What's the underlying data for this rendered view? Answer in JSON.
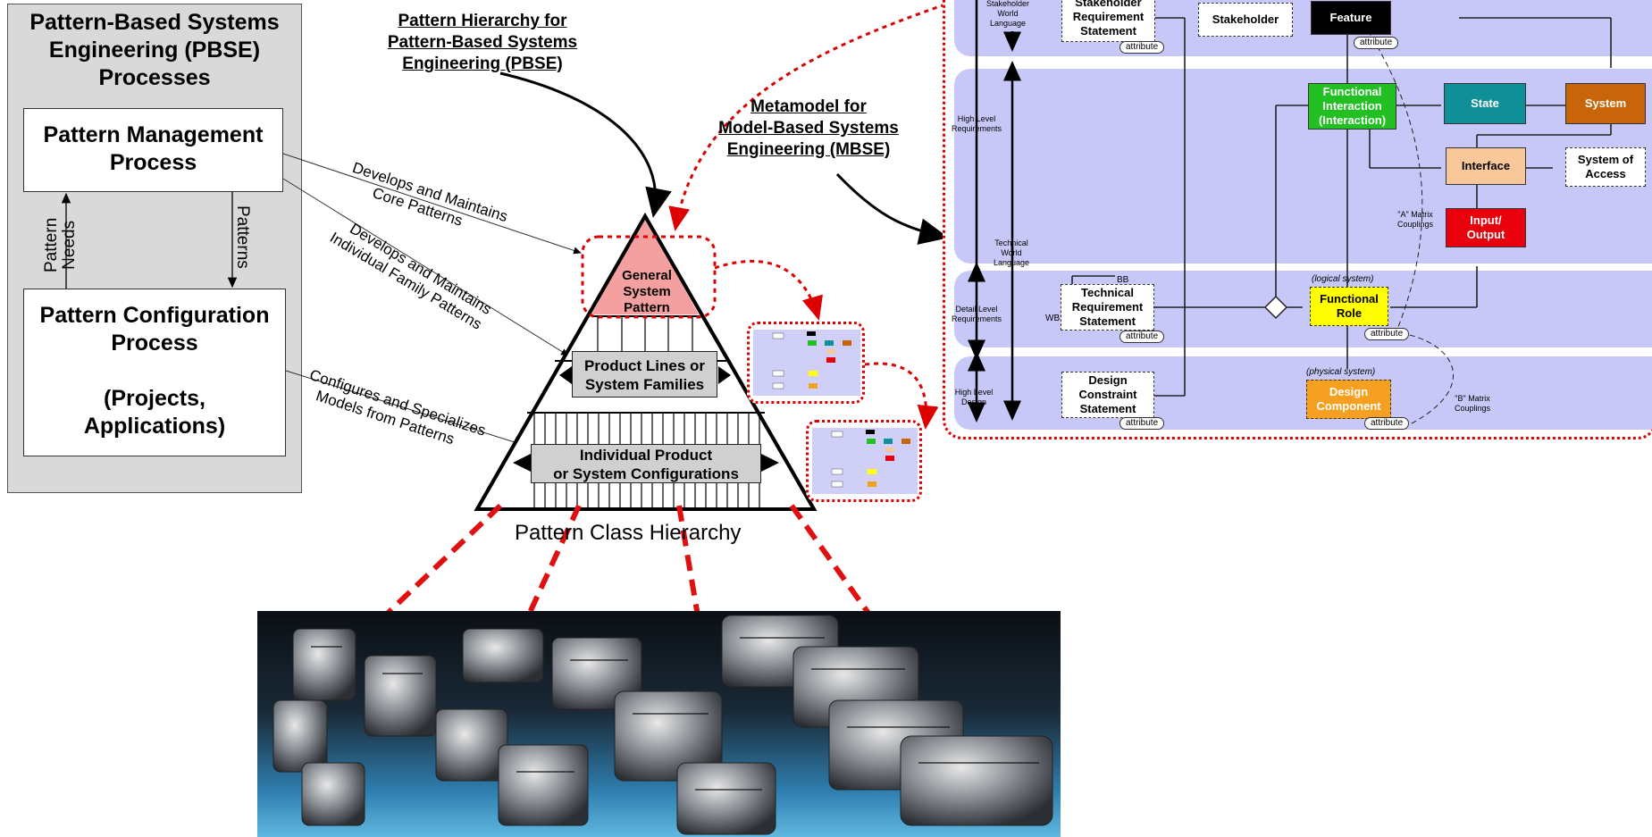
{
  "pbse": {
    "title_lines": [
      "Pattern-Based Systems",
      "Engineering (PBSE)",
      "Processes"
    ],
    "management_lines": [
      "Pattern Management",
      "Process"
    ],
    "configuration_lines": [
      "Pattern Configuration",
      "Process",
      "",
      "(Projects,",
      "Applications)"
    ],
    "pattern_needs_lines": [
      "Pattern",
      "Needs"
    ],
    "patterns_label": "Patterns"
  },
  "hierarchy_title_lines": [
    "Pattern Hierarchy for",
    "Pattern-Based Systems",
    "Engineering (PBSE)"
  ],
  "metamodel_title_lines": [
    "Metamodel for",
    "Model-Based Systems",
    "Engineering (MBSE)"
  ],
  "arrow_labels": {
    "core_lines": [
      "Develops and Maintains",
      "Core Patterns"
    ],
    "family_lines": [
      "Develops and Maintains",
      "Individual Family Patterns"
    ],
    "config_lines": [
      "Configures and Specializes",
      "Models from Patterns"
    ]
  },
  "pyramid": {
    "top_lines": [
      "General",
      "System",
      "Pattern"
    ],
    "middle_lines": [
      "Product Lines or",
      "System Families"
    ],
    "bottom_lines": [
      "Individual Product",
      "or System Configurations"
    ],
    "caption": "Pattern Class Hierarchy"
  },
  "metamodel": {
    "side_labels": {
      "stakeholder_world": [
        "Stakeholder",
        "World",
        "Language"
      ],
      "high_level_req": [
        "High Level",
        "Requirements"
      ],
      "technical_world": [
        "Technical",
        "World",
        "Language"
      ],
      "detail_level_req": [
        "Detail Level",
        "Requirements"
      ],
      "high_level_design": [
        "High Level",
        "Design"
      ]
    },
    "boxes": {
      "stakeholder_req": [
        "Stakeholder",
        "Requirement",
        "Statement"
      ],
      "stakeholder": "Stakeholder",
      "feature": "Feature",
      "functional_interaction": [
        "Functional",
        "Interaction",
        "(Interaction)"
      ],
      "state": "State",
      "system": "System",
      "interface": "Interface",
      "system_of_access": [
        "System of",
        "Access"
      ],
      "input_output": [
        "Input/",
        "Output"
      ],
      "technical_req": [
        "Technical",
        "Requirement",
        "Statement"
      ],
      "functional_role": [
        "Functional",
        "Role"
      ],
      "design_constraint": [
        "Design",
        "Constraint",
        "Statement"
      ],
      "design_component": [
        "Design",
        "Component"
      ]
    },
    "attribute_label": "attribute",
    "logical_system": "(logical system)",
    "physical_system": "(physical system)",
    "a_matrix": [
      "\"A\" Matrix",
      "Couplings"
    ],
    "b_matrix": [
      "\"B\" Matrix",
      "Couplings"
    ],
    "bb": "BB",
    "wb": "WB",
    "colors": {
      "band": "#c8c8f8",
      "feature": "#000000",
      "functional_interaction": "#22c022",
      "state": "#118f99",
      "system": "#c8650a",
      "interface": "#f8c89a",
      "input_output": "#e8000c",
      "functional_role": "#ffff00",
      "design_component": "#f5a020",
      "callout_red": "#dd0000"
    }
  },
  "photo": {
    "icon": "engine-photo-icon"
  }
}
